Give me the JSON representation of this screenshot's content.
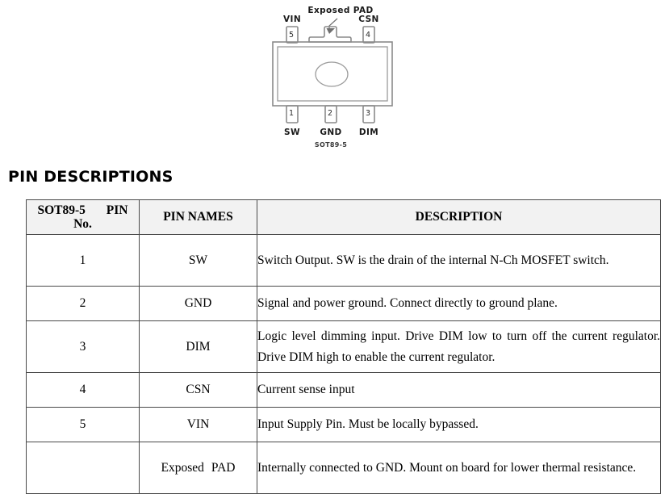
{
  "package_diagram": {
    "callout_label": "Exposed PAD",
    "package_name": "SOT89-5",
    "top_pins": [
      {
        "number": "5",
        "name": "VIN"
      },
      {
        "number": "4",
        "name": "CSN"
      }
    ],
    "bottom_pins": [
      {
        "number": "1",
        "name": "SW"
      },
      {
        "number": "2",
        "name": "GND"
      },
      {
        "number": "3",
        "name": "DIM"
      }
    ],
    "colors": {
      "outline": "#8a8a8a",
      "label_text": "#1a1a1a"
    }
  },
  "section": {
    "heading": "PIN DESCRIPTIONS"
  },
  "table": {
    "headers": {
      "pin_no_line1_left": "SOT89-5",
      "pin_no_line1_right": "PIN",
      "pin_no_line2": "No.",
      "pin_names": "PIN NAMES",
      "description": "DESCRIPTION"
    },
    "header_background": "#f2f2f2",
    "border_color": "#4a4a4a",
    "rows": [
      {
        "pin_no": "1",
        "pin_name": "SW",
        "pin_name_left": "SW",
        "pin_name_right": "",
        "description": "Switch Output. SW is the drain of the internal N-Ch MOSFET switch.",
        "lines": 2
      },
      {
        "pin_no": "2",
        "pin_name": "GND",
        "pin_name_left": "GND",
        "pin_name_right": "",
        "description": "Signal and power ground. Connect directly to ground plane.",
        "lines": 1
      },
      {
        "pin_no": "3",
        "pin_name": "DIM",
        "pin_name_left": "DIM",
        "pin_name_right": "",
        "description": "Logic level dimming input. Drive DIM low to turn off the current regulator. Drive DIM high to enable the current regulator.",
        "lines": 2
      },
      {
        "pin_no": "4",
        "pin_name": "CSN",
        "pin_name_left": "CSN",
        "pin_name_right": "",
        "description": "Current sense input",
        "lines": 1
      },
      {
        "pin_no": "5",
        "pin_name": "VIN",
        "pin_name_left": "VIN",
        "pin_name_right": "",
        "description": "Input Supply Pin. Must be locally bypassed.",
        "lines": 1
      },
      {
        "pin_no": "",
        "pin_name": "Exposed PAD",
        "pin_name_left": "Exposed",
        "pin_name_right": "PAD",
        "description": "Internally connected to GND. Mount on board for lower thermal resistance.",
        "lines": 2
      }
    ]
  }
}
